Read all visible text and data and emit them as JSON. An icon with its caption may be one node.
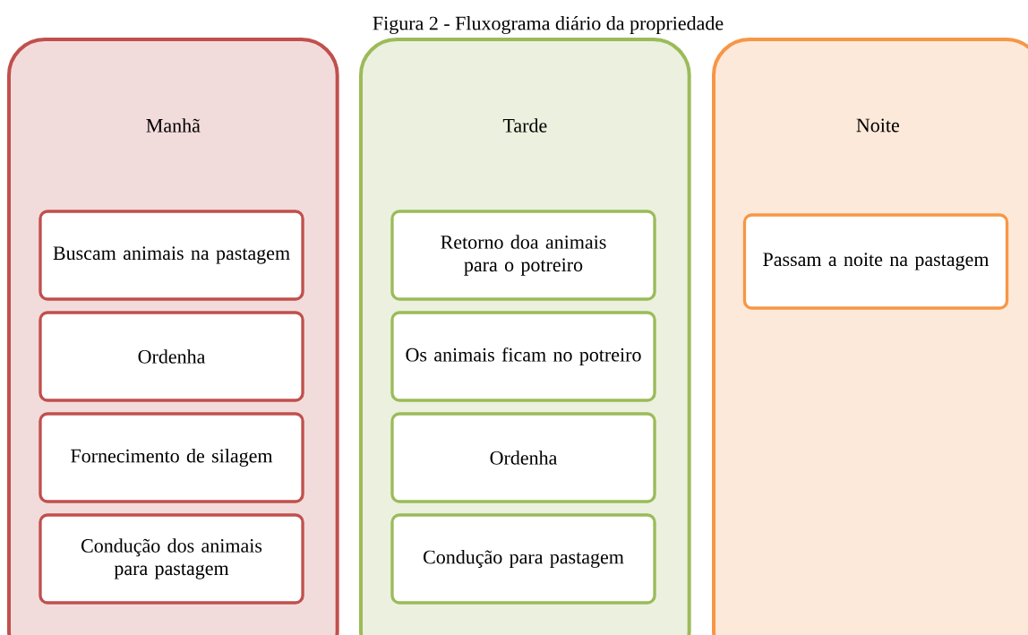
{
  "diagram": {
    "title": "Figura 2 - Fluxograma diário da propriedade",
    "nodes": [
      {
        "text": [
          "Manhã"
        ]
      },
      {
        "text": [
          "Buscam animais na pastagem"
        ],
        "in": 0
      },
      {
        "text": [
          "Ordenha"
        ],
        "in": 0
      },
      {
        "text": [
          "Fornecimento de silagem"
        ],
        "in": 0
      },
      {
        "text": [
          "Condução dos animais para pastagem"
        ],
        "in": 0
      },
      {
        "text": [
          "Tarde"
        ]
      },
      {
        "text": [
          "Retorno doa animais para o potreiro"
        ],
        "in": 5
      },
      {
        "text": [
          "Os animais ficam no potreiro"
        ],
        "in": 5
      },
      {
        "text": [
          "Ordenha"
        ],
        "in": 5
      },
      {
        "text": [
          "Condução para pastagem"
        ],
        "in": 5
      },
      {
        "text": [
          "Noite"
        ]
      },
      {
        "text": [
          "Passam a noite na pastagem"
        ],
        "in": 10
      }
    ],
    "edges": []
  }
}
